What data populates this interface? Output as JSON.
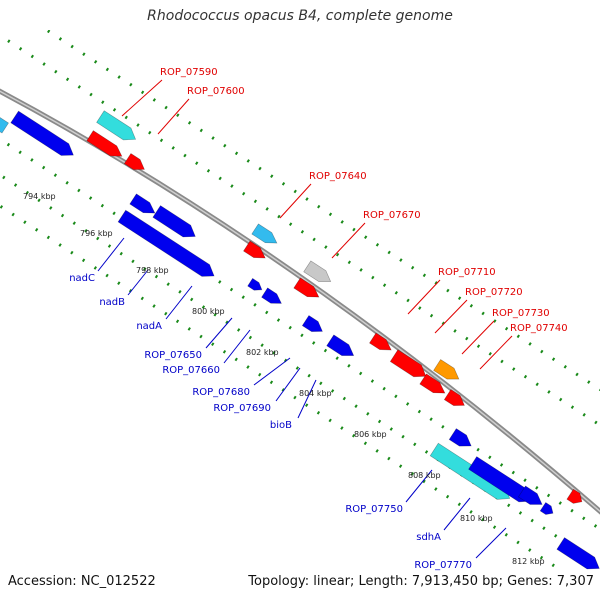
{
  "header": {
    "title": "Rhodococcus opacus B4, complete genome"
  },
  "footer": {
    "accession": "Accession: NC_012522",
    "summary": "Topology: linear; Length: 7,913,450 bp; Genes: 7,307"
  },
  "colors": {
    "backbone": "#8a8a8a",
    "dots": "#1a8a1a",
    "top_label": "#e00000",
    "bottom_label": "#0000c8",
    "red": "#ff0000",
    "blue": "#0000ee",
    "cyan": "#33dddd",
    "lightblue": "#33bbee",
    "orange": "#ff9900",
    "grey": "#c8c8c8"
  },
  "ticks": [
    {
      "label": "794 kbp"
    },
    {
      "label": "796 kbp"
    },
    {
      "label": "798 kbp"
    },
    {
      "label": "800 kbp"
    },
    {
      "label": "802 kbp"
    },
    {
      "label": "804 kbp"
    },
    {
      "label": "806 kbp"
    },
    {
      "label": "808 kbp"
    },
    {
      "label": "810 kbp"
    },
    {
      "label": "812 kbp"
    }
  ],
  "top_labels": [
    {
      "label": "ROP_07590"
    },
    {
      "label": "ROP_07600"
    },
    {
      "label": "ROP_07640"
    },
    {
      "label": "ROP_07670"
    },
    {
      "label": "ROP_07710"
    },
    {
      "label": "ROP_07720"
    },
    {
      "label": "ROP_07730"
    },
    {
      "label": "ROP_07740"
    }
  ],
  "bottom_labels": [
    {
      "label": "nadC"
    },
    {
      "label": "nadB"
    },
    {
      "label": "nadA"
    },
    {
      "label": "ROP_07650"
    },
    {
      "label": "ROP_07660"
    },
    {
      "label": "ROP_07680"
    },
    {
      "label": "ROP_07690"
    },
    {
      "label": "bioB"
    },
    {
      "label": "ROP_07750"
    },
    {
      "label": "sdhA"
    },
    {
      "label": "ROP_07770"
    }
  ],
  "genes": [
    {
      "color": "lightblue"
    },
    {
      "color": "blue"
    },
    {
      "color": "cyan"
    },
    {
      "color": "red"
    },
    {
      "color": "red"
    },
    {
      "color": "blue"
    },
    {
      "color": "blue"
    },
    {
      "color": "blue"
    },
    {
      "color": "lightblue"
    },
    {
      "color": "red"
    },
    {
      "color": "blue"
    },
    {
      "color": "blue"
    },
    {
      "color": "grey"
    },
    {
      "color": "red"
    },
    {
      "color": "blue"
    },
    {
      "color": "blue"
    },
    {
      "color": "red"
    },
    {
      "color": "red"
    },
    {
      "color": "orange"
    },
    {
      "color": "red"
    },
    {
      "color": "red"
    },
    {
      "color": "blue"
    },
    {
      "color": "cyan"
    },
    {
      "color": "blue"
    },
    {
      "color": "blue"
    },
    {
      "color": "blue"
    },
    {
      "color": "red"
    },
    {
      "color": "blue"
    }
  ]
}
